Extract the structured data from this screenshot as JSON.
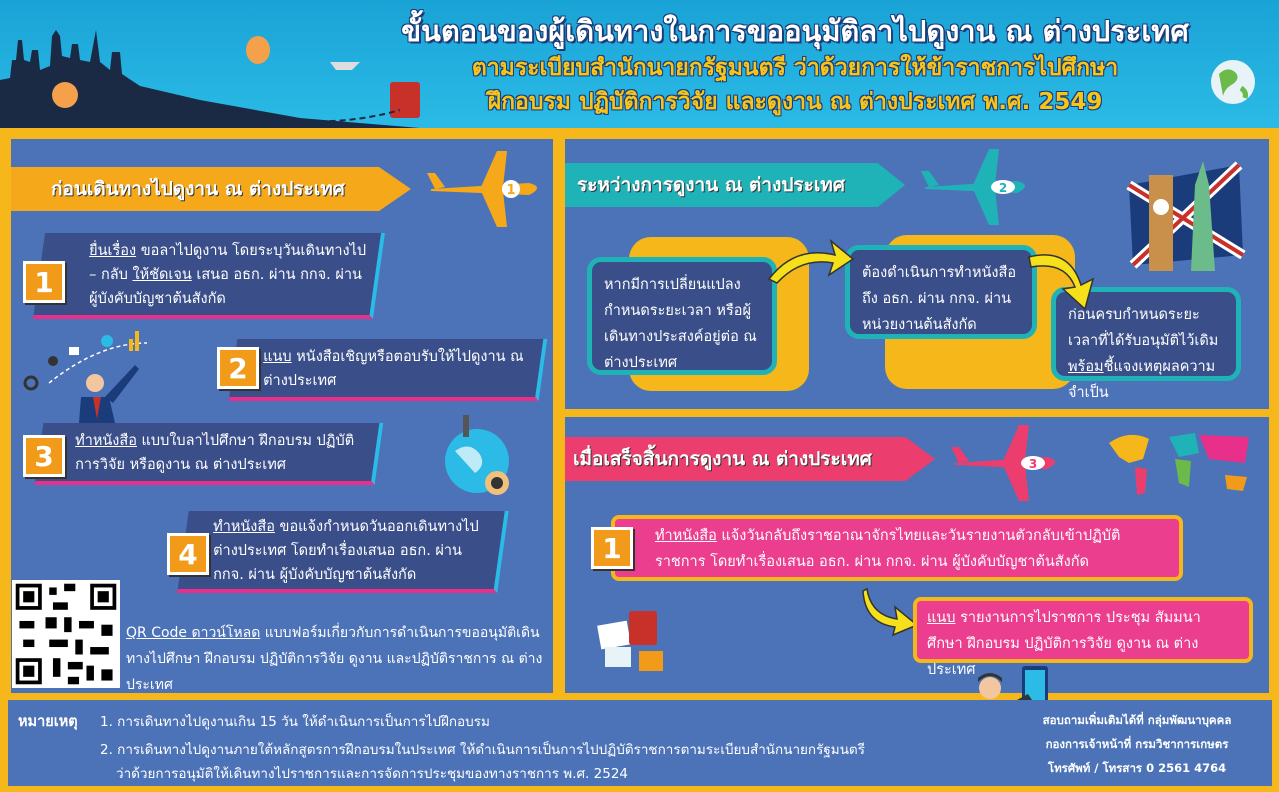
{
  "header": {
    "title_line1": "ขั้นตอนของผู้เดินทางในการขออนุมัติลาไปดูงาน ณ ต่างประเทศ",
    "title_line2": "ตามระเบียบสำนักนายกรัฐมนตรี ว่าด้วยการให้ข้าราชการไปศึกษา",
    "title_line3": "ฝึกอบรม ปฏิบัติการวิจัย และดูงาน ณ ต่างประเทศ พ.ศ. 2549"
  },
  "before": {
    "banner": "ก่อนเดินทางไปดูงาน ณ ต่างประเทศ",
    "plane_num": "1",
    "steps": [
      {
        "num": "1",
        "key": "ยื่นเรื่อง",
        "text": " ขอลาไปดูงาน โดยระบุวันเดินทางไป – กลับ ",
        "key2": "ให้ชัดเจน",
        "text2": " เสนอ อธก. ผ่าน กกจ. ผ่าน ผู้บังคับบัญชาต้นสังกัด"
      },
      {
        "num": "2",
        "key": "แนบ",
        "text": " หนังสือเชิญหรือตอบรับให้ไปดูงาน ณ ต่างประเทศ"
      },
      {
        "num": "3",
        "key": "ทำหนังสือ",
        "text": " แบบใบลาไปศึกษา ฝึกอบรม ปฏิบัติการวิจัย หรือดูงาน ณ ต่างประเทศ"
      },
      {
        "num": "4",
        "key": "ทำหนังสือ",
        "text": " ขอแจ้งกำหนดวันออกเดินทางไปต่างประเทศ โดยทำเรื่องเสนอ อธก. ผ่าน กกจ. ผ่าน ผู้บังคับบัญชาต้นสังกัด"
      }
    ],
    "qr_key": "QR Code ดาวน์โหลด",
    "qr_text": " แบบฟอร์มเกี่ยวกับการดำเนินการขออนุมัติเดินทางไปศึกษา ฝึกอบรม ปฏิบัติการวิจัย ดูงาน และปฏิบัติราชการ ณ ต่างประเทศ"
  },
  "during": {
    "banner": "ระหว่างการดูงาน ณ ต่างประเทศ",
    "plane_num": "2",
    "box1": "หากมีการเปลี่ยนแปลงกำหนดระยะเวลา หรือผู้เดินทางประสงค์อยู่ต่อ ณ ต่างประเทศ",
    "box2": "ต้องดำเนินการทำหนังสือถึง อธก. ผ่าน กกจ. ผ่านหน่วยงานต้นสังกัด",
    "box3a": "ก่อนครบกำหนดระยะเวลาที่ได้รับอนุมัติไว้เดิม ",
    "box3key": "พร้อม",
    "box3b": "ชี้แจงเหตุผลความจำเป็น"
  },
  "after": {
    "banner": "เมื่อเสร็จสิ้นการดูงาน ณ ต่างประเทศ",
    "plane_num": "3",
    "num": "1",
    "box1key": "ทำหนังสือ",
    "box1": " แจ้งวันกลับถึงราชอาณาจักรไทยและวันรายงานตัวกลับเข้าปฏิบัติราชการ โดยทำเรื่องเสนอ อธก. ผ่าน กกจ. ผ่าน ผู้บังคับบัญชาต้นสังกัด",
    "box2key": "แนบ",
    "box2": " รายงานการไปราชการ ประชุม สัมมนา ศึกษา ฝึกอบรม ปฏิบัติการวิจัย ดูงาน ณ ต่างประเทศ"
  },
  "footer": {
    "label": "หมายเหตุ",
    "note1": "1. การเดินทางไปดูงานเกิน 15 วัน ให้ดำเนินการเป็นการไปฝึกอบรม",
    "note2": "2. การเดินทางไปดูงานภายใต้หลักสูตรการฝึกอบรมในประเทศ ให้ดำเนินการเป็นการไปปฏิบัติราชการตามระเบียบสำนักนายกรัฐมนตรี",
    "note2b": "ว่าด้วยการอนุมัติให้เดินทางไปราชการและการจัดการประชุมของทางราชการ พ.ศ. 2524",
    "contact1": "สอบถามเพิ่มเติมได้ที่ กลุ่มพัฒนาบุคคล",
    "contact2": "กองการเจ้าหน้าที่ กรมวิชาการเกษตร",
    "contact3": "โทรศัพท์ / โทรสาร 0 2561 4764"
  },
  "colors": {
    "header": "#1aa3d6",
    "panel": "#4c72b7",
    "accent": "#f5b71a",
    "teal": "#1fb3b8",
    "pink": "#ec3e6e"
  }
}
